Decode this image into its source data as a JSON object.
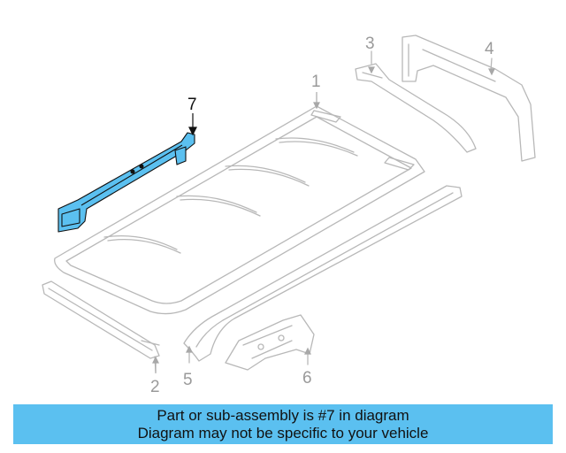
{
  "callouts": [
    {
      "id": "1",
      "label": "1"
    },
    {
      "id": "2",
      "label": "2"
    },
    {
      "id": "3",
      "label": "3"
    },
    {
      "id": "4",
      "label": "4"
    },
    {
      "id": "5",
      "label": "5"
    },
    {
      "id": "6",
      "label": "6"
    },
    {
      "id": "7",
      "label": "7"
    }
  ],
  "banner": {
    "line1": "Part or sub-assembly is #7 in diagram",
    "line2": "Diagram may not be specific to your vehicle"
  },
  "colors": {
    "highlight": "#5bc0f0",
    "outline": "#b8b8b8",
    "ink": "#111111"
  }
}
